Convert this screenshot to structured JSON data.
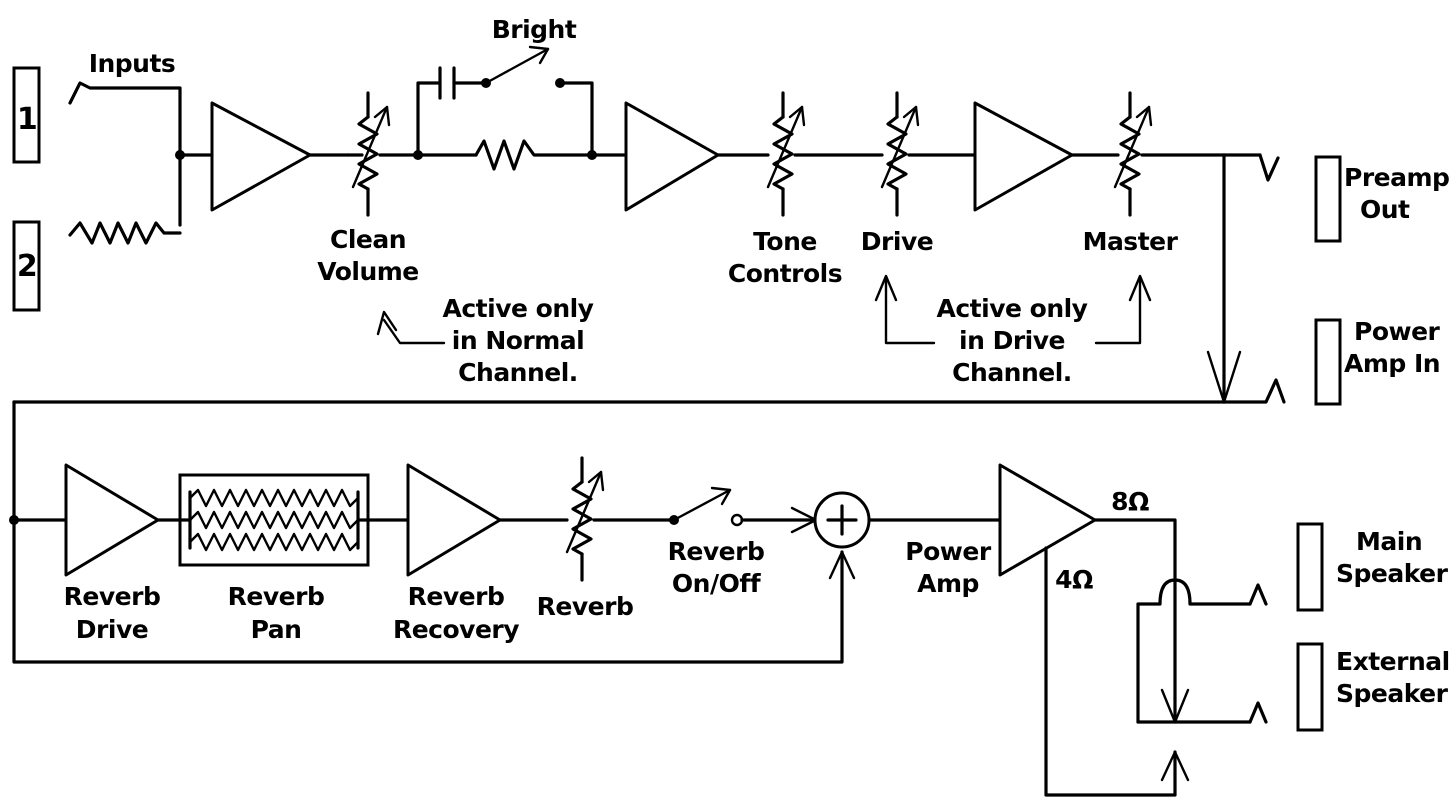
{
  "jacks": {
    "input1": "1",
    "input2": "2"
  },
  "labels": {
    "inputs": "Inputs",
    "bright": "Bright",
    "clean_volume": [
      "Clean",
      "Volume"
    ],
    "tone_controls": [
      "Tone",
      "Controls"
    ],
    "drive": "Drive",
    "master": "Master",
    "normal_note": [
      "Active only",
      "in Normal",
      "Channel."
    ],
    "drive_note": [
      "Active only",
      "in Drive",
      "Channel."
    ],
    "preamp_out": [
      "Preamp",
      "Out"
    ],
    "power_amp_in": [
      "Power",
      "Amp In"
    ],
    "reverb_drive": [
      "Reverb",
      "Drive"
    ],
    "reverb_pan": [
      "Reverb",
      "Pan"
    ],
    "reverb_recovery": [
      "Reverb",
      "Recovery"
    ],
    "reverb": "Reverb",
    "reverb_switch": [
      "Reverb",
      "On/Off"
    ],
    "power_amp": [
      "Power",
      "Amp"
    ],
    "tap_8ohm": "8Ω",
    "tap_4ohm": "4Ω",
    "main_speaker": [
      "Main",
      "Speaker"
    ],
    "external_speaker": [
      "External",
      "Speaker"
    ]
  }
}
